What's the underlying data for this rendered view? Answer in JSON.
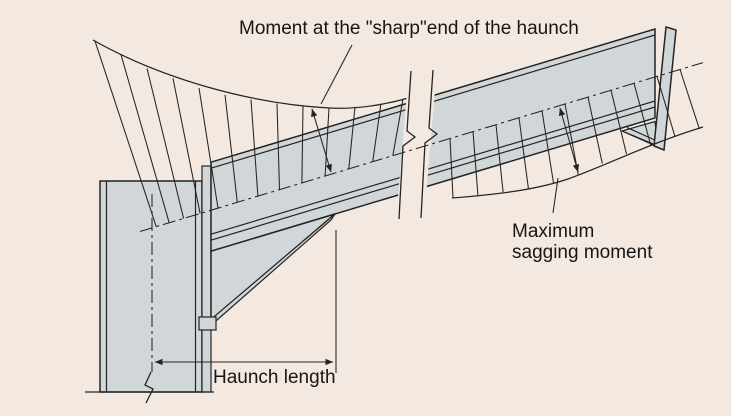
{
  "figure": {
    "type": "technical-diagram",
    "subject": "Portal frame eaves haunch connection with bending moment diagram",
    "labels": {
      "moment_sharp_end": "Moment at the \"sharp\"end of the haunch",
      "max_sagging_line1": "Maximum",
      "max_sagging_line2": "sagging moment",
      "haunch_length": "Haunch length"
    },
    "colors": {
      "background": "#F3E9E1",
      "steel": "#D1D6D9",
      "line": "#242424",
      "text": "#161616"
    }
  }
}
